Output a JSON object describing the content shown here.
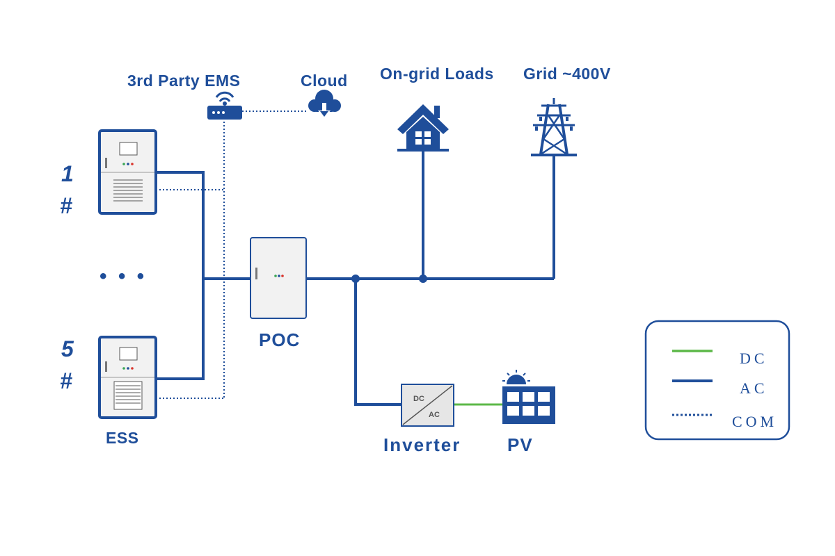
{
  "labels": {
    "ems": "3rd Party EMS",
    "cloud": "Cloud",
    "loads": "On-grid Loads",
    "grid": "Grid ~400V",
    "ess_1_num": "1",
    "ess_1_hash": "#",
    "ellipsis": "• • •",
    "ess_5_num": "5",
    "ess_5_hash": "#",
    "ess": "ESS",
    "poc": "POC",
    "inverter": "Inverter",
    "pv": "PV",
    "inverter_dc": "DC",
    "inverter_ac": "AC"
  },
  "legend": {
    "dc": "DC",
    "ac": "AC",
    "com": "COM"
  },
  "colors": {
    "ac_line": "#1f4e9a",
    "dc_line": "#5cb848",
    "com_line": "#1f4e9a",
    "cabinet_fill": "#f2f2f2",
    "cabinet_border": "#1f4e9a",
    "indicator_green": "#3aa655",
    "indicator_red": "#d9342b"
  },
  "icons": {
    "router": "router-icon",
    "cloud": "cloud-download-icon",
    "house": "house-icon",
    "tower": "transmission-tower-icon",
    "solar": "solar-panel-icon"
  }
}
